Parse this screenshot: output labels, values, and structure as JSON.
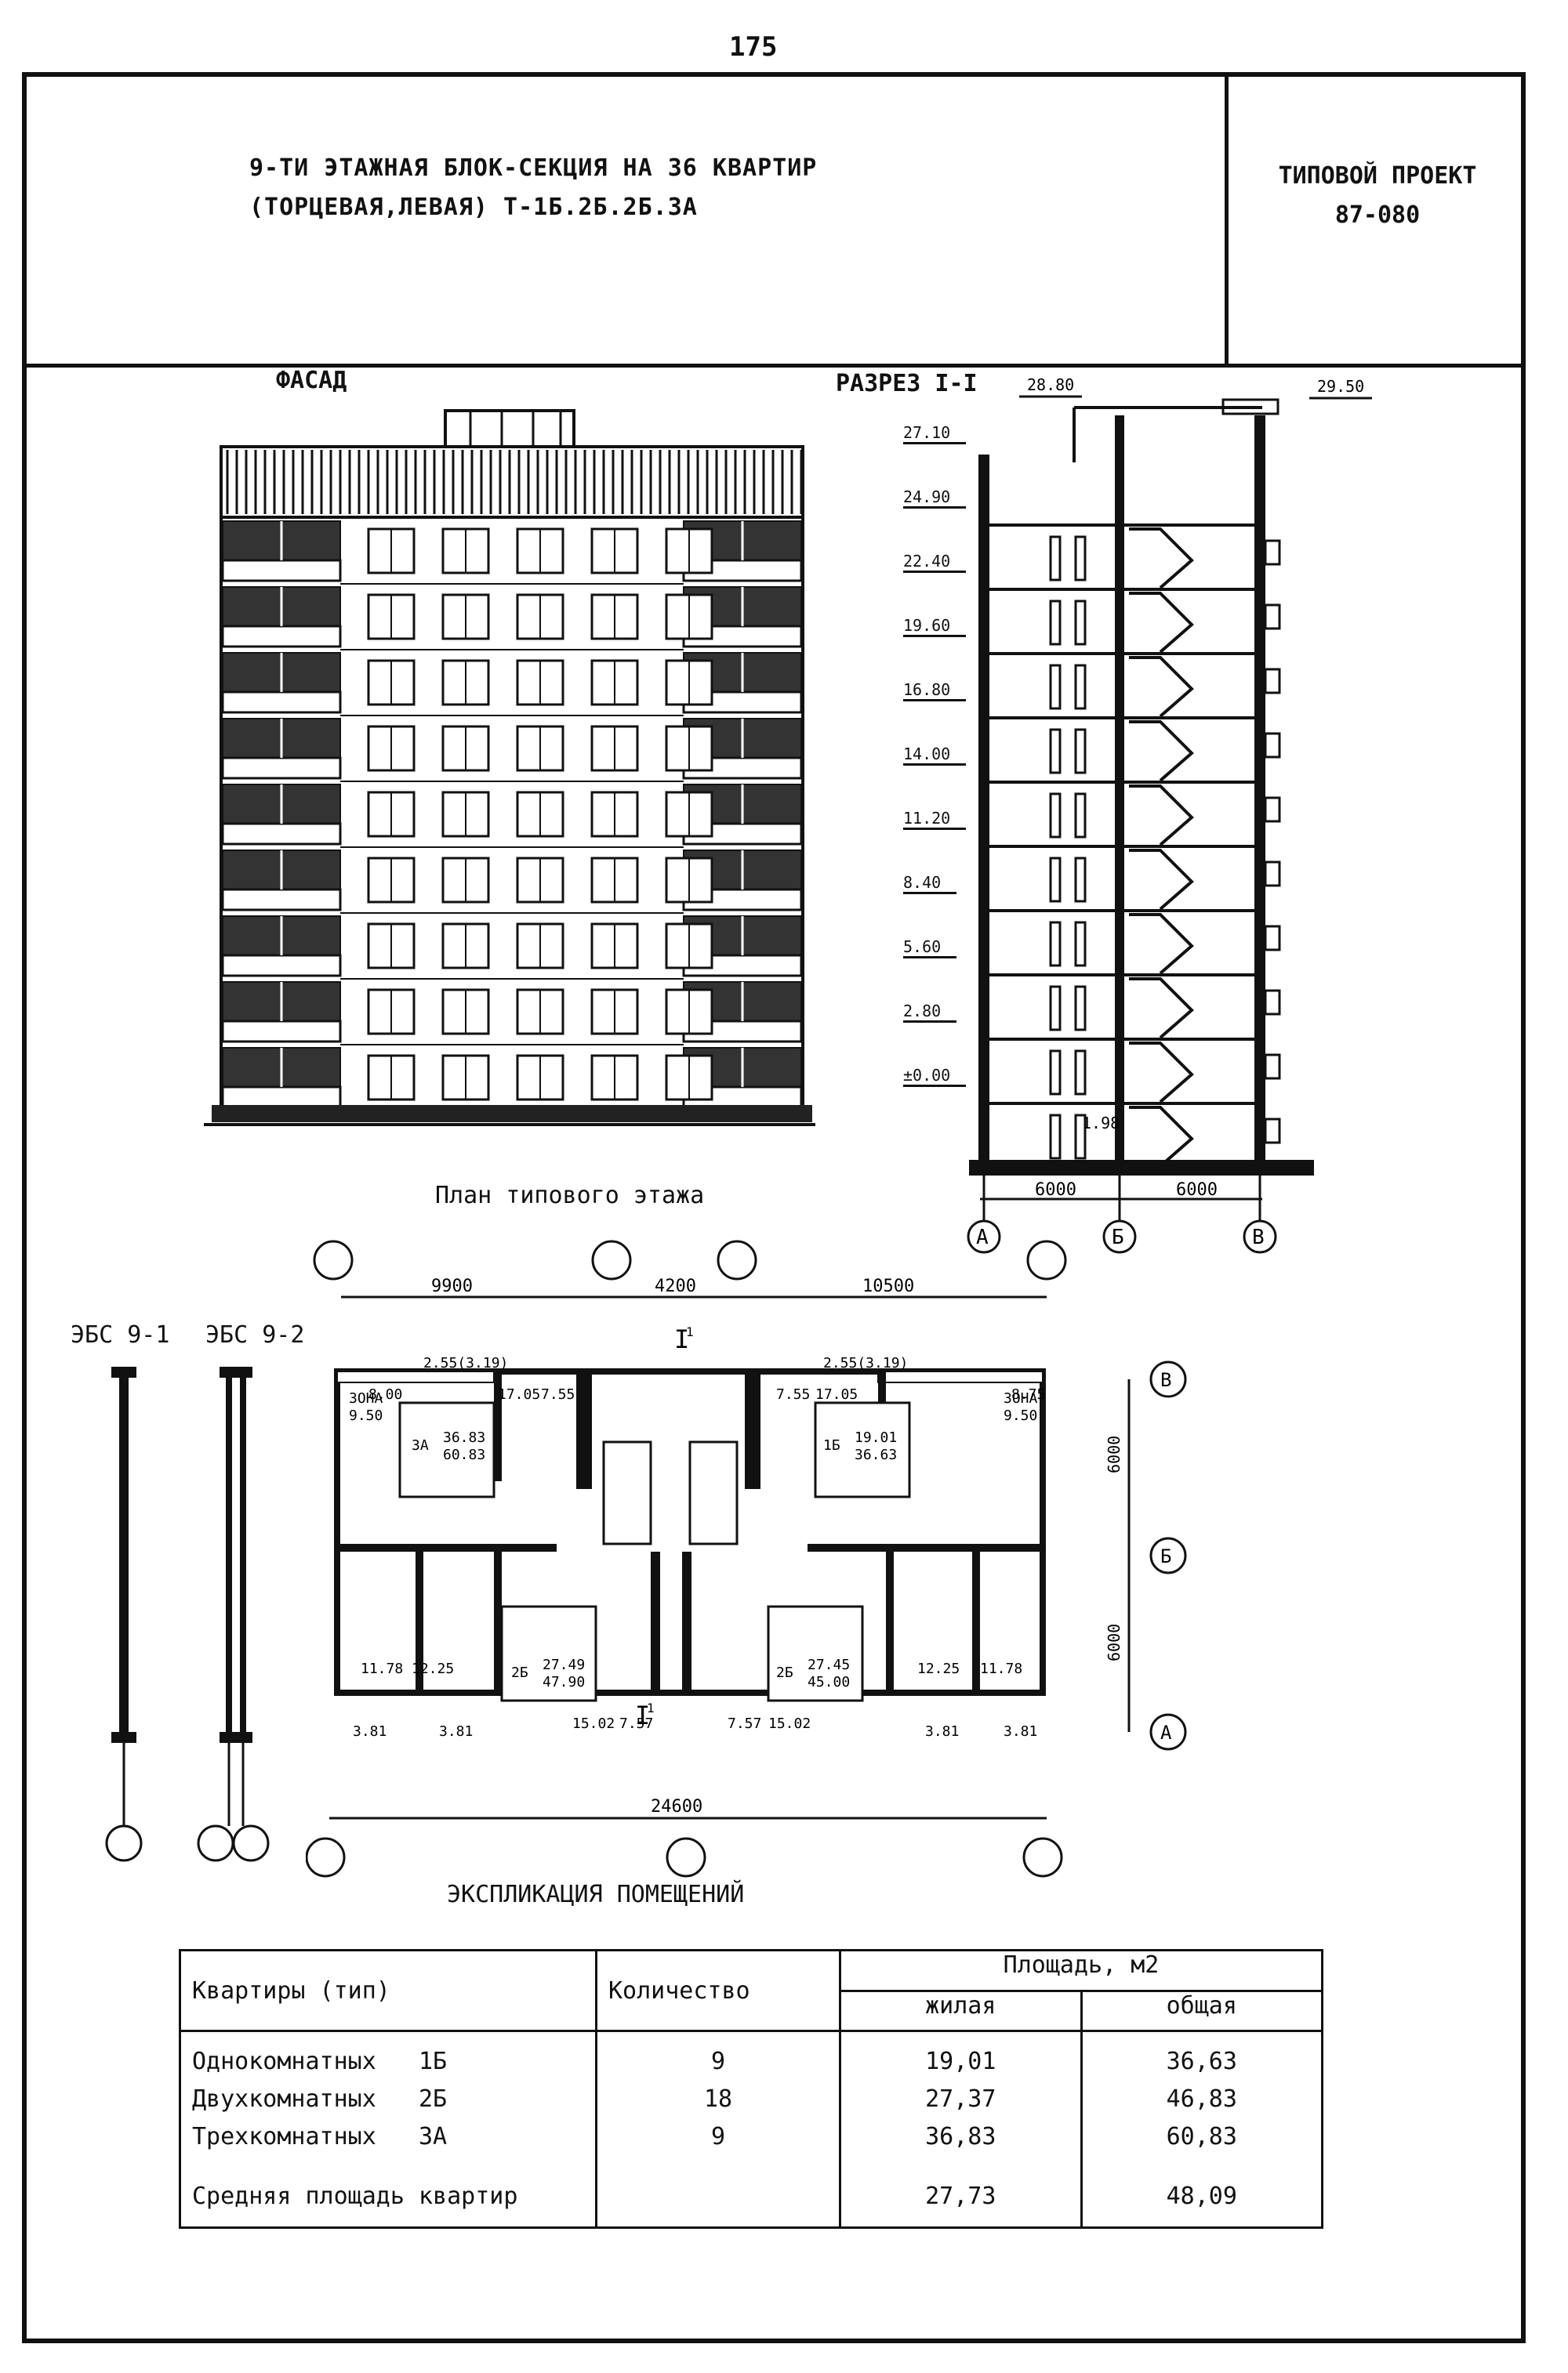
{
  "page_number": "175",
  "header": {
    "title_line1": "9-ТИ ЭТАЖНАЯ БЛОК-СЕКЦИЯ НА 36 КВАРТИР",
    "title_line2": "(ТОРЦЕВАЯ,ЛЕВАЯ) Т-1Б.2Б.2Б.3А",
    "project_line1": "ТИПОВОЙ ПРОЕКТ",
    "project_line2": "87-080"
  },
  "facade": {
    "title": "ФАСАД"
  },
  "section": {
    "title": "РАЗРЕЗ I-I",
    "levels": [
      "27.10",
      "24.90",
      "22.40",
      "19.60",
      "16.80",
      "14.00",
      "11.20",
      "8.40",
      "5.60",
      "2.80",
      "±0.00"
    ],
    "top_marks": [
      "28.80",
      "29.50"
    ],
    "bottom_mark": "1.98",
    "axis_dims": [
      "6000",
      "6000"
    ],
    "axes": [
      "А",
      "Б",
      "В"
    ]
  },
  "plan": {
    "title": "План типового этажа",
    "top_dims": [
      "9900",
      "4200",
      "10500"
    ],
    "overall_dim": "24600",
    "right_dims": [
      "6000",
      "6000"
    ],
    "axes_right": [
      "В",
      "Б",
      "А"
    ],
    "cut_mark": "I",
    "cut_sub": "1",
    "loggia_left": "2.55(3.19)",
    "loggia_right": "2.55(3.19)",
    "zone_left": [
      "ЗОНА",
      "9.50"
    ],
    "zone_right": [
      "ЗОНА",
      "9.50"
    ],
    "rooms": {
      "r1": "8.00",
      "r2": "17.05",
      "r3": "7.55",
      "r4": "7.55",
      "r5": "17.05",
      "r6": "8.75",
      "r7": "11.78",
      "r8": "12.25",
      "r9": "15.02",
      "r10": "7.57",
      "r11": "7.57",
      "r12": "15.02",
      "r13": "12.25",
      "r14": "11.78",
      "r15": "3.81",
      "r16": "3.81",
      "r17": "3.81",
      "r18": "3.81"
    },
    "apts": [
      {
        "type": "3А",
        "living": "36.83",
        "total": "60.83"
      },
      {
        "type": "1Б",
        "living": "19.01",
        "total": "36.63"
      },
      {
        "type": "2Б",
        "living": "27.49",
        "total": "47.90"
      },
      {
        "type": "2Б",
        "living": "27.45",
        "total": "45.00"
      }
    ]
  },
  "ebs": {
    "left": "ЭБС 9-1",
    "right": "ЭБС 9-2"
  },
  "explication": {
    "title": "ЭКСПЛИКАЦИЯ ПОМЕЩЕНИЙ",
    "col_type": "Квартиры (тип)",
    "col_count": "Количество",
    "col_area": "Площадь, м2",
    "col_living": "жилая",
    "col_total": "общая",
    "rows": [
      {
        "name": "Однокомнатных",
        "code": "1Б",
        "count": "9",
        "living": "19,01",
        "total": "36,63"
      },
      {
        "name": "Двухкомнатных",
        "code": "2Б",
        "count": "18",
        "living": "27,37",
        "total": "46,83"
      },
      {
        "name": "Трехкомнатных",
        "code": "3А",
        "count": "9",
        "living": "36,83",
        "total": "60,83"
      }
    ],
    "avg": {
      "name": "Средняя площадь квартир",
      "living": "27,73",
      "total": "48,09"
    }
  }
}
